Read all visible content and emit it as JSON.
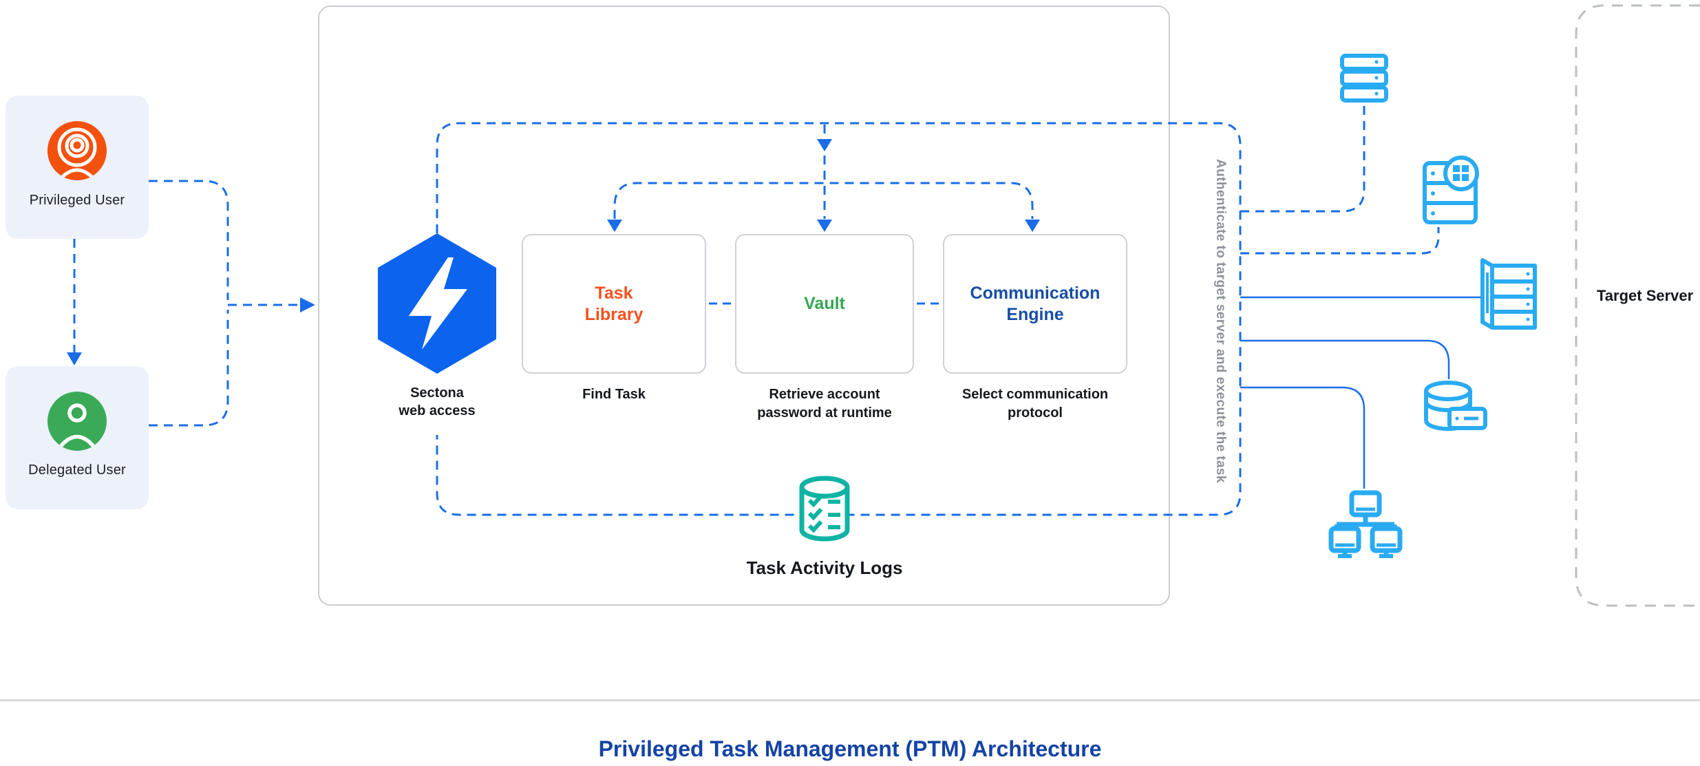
{
  "title": "Privileged Task Management (PTM) Architecture",
  "users": {
    "privileged": {
      "label": "Privileged User",
      "icon": "privileged-user-icon",
      "color": "#F4500E"
    },
    "delegated": {
      "label": "Delegated User",
      "icon": "delegated-user-icon",
      "color": "#3BAA58"
    }
  },
  "platform": {
    "name_line1": "Sectona",
    "name_line2": "web access",
    "icon": "sectona-hexagon-bolt-icon",
    "color": "#0B63EE"
  },
  "modules": [
    {
      "title_line1": "Task",
      "title_line2": "Library",
      "title_color": "#F4511E",
      "caption_line1": "Find Task",
      "caption_line2": ""
    },
    {
      "title_line1": "Vault",
      "title_line2": "",
      "title_color": "#34A853",
      "caption_line1": "Retrieve account",
      "caption_line2": "password at runtime"
    },
    {
      "title_line1": "Communication",
      "title_line2": "Engine",
      "title_color": "#174EA6",
      "caption_line1": "Select communication",
      "caption_line2": "protocol"
    }
  ],
  "logs": {
    "label": "Task Activity Logs",
    "icon": "task-activity-logs-icon",
    "color": "#0FB3A3"
  },
  "flow_note": "Authenticate to target server and execute the task",
  "target": {
    "label": "Target Server",
    "icons": [
      "rack-server-icon",
      "windows-server-icon",
      "tower-server-icon",
      "database-server-icon",
      "workstation-cluster-icon"
    ],
    "icon_color": "#29ABF2"
  },
  "colors": {
    "connector_blue": "#1A6DE8",
    "container_border": "#C9CDD2",
    "target_group_dash": "#BBBFC4",
    "note_gray": "#8D9199",
    "title_blue": "#1443A5",
    "user_card_bg": "#EDF1FA"
  }
}
